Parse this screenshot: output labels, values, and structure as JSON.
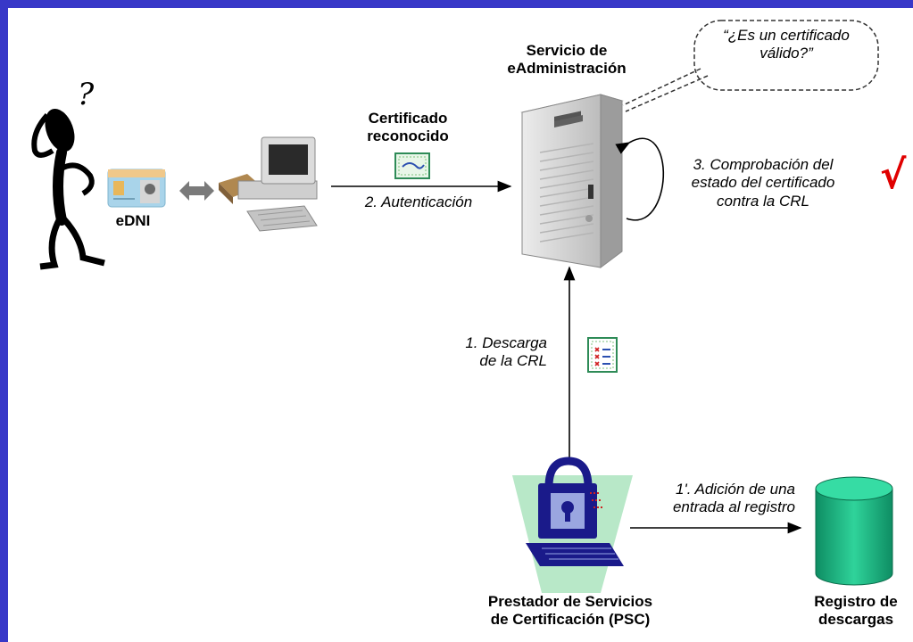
{
  "service_title_line1": "Servicio de",
  "service_title_line2": "eAdministración",
  "thought_line1": "“¿Es un certificado",
  "thought_line2": "válido?”",
  "cert_label_line1": "Certificado",
  "cert_label_line2": "reconocido",
  "edni_label": "eDNI",
  "step2_label": "2. Autenticación",
  "step3_line1": "3. Comprobación del",
  "step3_line2": "estado del certificado",
  "step3_line3": "contra la CRL",
  "check_mark": "√",
  "step1_line1": "1. Descarga",
  "step1_line2": "de la CRL",
  "step1b_line1": "1'. Adición de una",
  "step1b_line2": "entrada al registro",
  "psc_line1": "Prestador de Servicios",
  "psc_line2": "de Certificación (PSC)",
  "registry_line1": "Registro de",
  "registry_line2": "descargas",
  "colors": {
    "border": "#3838c8",
    "check": "#e00000",
    "cylinder": "#22c58f",
    "psc_bg": "#b8e8c8",
    "psc_computer": "#1a1a8a"
  }
}
